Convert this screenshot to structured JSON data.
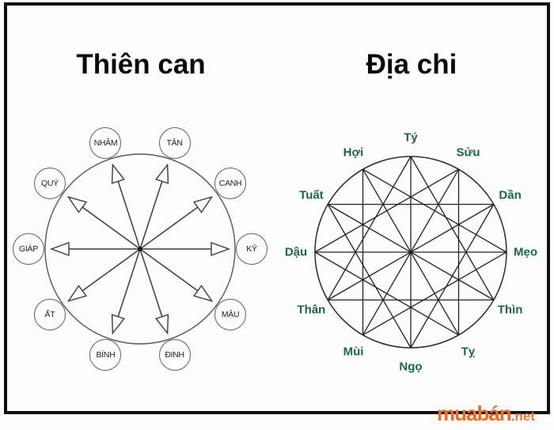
{
  "page": {
    "background": "#fdfdfd",
    "frame_color": "#101010"
  },
  "left_diagram": {
    "title": "Thiên can",
    "stems": [
      {
        "label": "GIÁP",
        "angle_deg": 180
      },
      {
        "label": "ẤT",
        "angle_deg": 216
      },
      {
        "label": "BÍNH",
        "angle_deg": 252
      },
      {
        "label": "ĐINH",
        "angle_deg": 288
      },
      {
        "label": "MẬU",
        "angle_deg": 324
      },
      {
        "label": "KỶ",
        "angle_deg": 0
      },
      {
        "label": "CANH",
        "angle_deg": 36
      },
      {
        "label": "TÂN",
        "angle_deg": 72
      },
      {
        "label": "NHÂM",
        "angle_deg": 108
      },
      {
        "label": "QUÝ",
        "angle_deg": 144
      }
    ],
    "combination_pairs": [
      [
        "GIÁP",
        "KỶ"
      ],
      [
        "ẤT",
        "CANH"
      ],
      [
        "BÍNH",
        "TÂN"
      ],
      [
        "ĐINH",
        "NHÂM"
      ],
      [
        "MẬU",
        "QUÝ"
      ]
    ]
  },
  "right_diagram": {
    "title": "Địa chi",
    "label_color": "#1b6450",
    "branches": [
      {
        "label": "Tý",
        "angle_deg": 90
      },
      {
        "label": "Sửu",
        "angle_deg": 60
      },
      {
        "label": "Dần",
        "angle_deg": 30
      },
      {
        "label": "Mẹo",
        "angle_deg": 0
      },
      {
        "label": "Thìn",
        "angle_deg": 330
      },
      {
        "label": "Tỵ",
        "angle_deg": 300
      },
      {
        "label": "Ngọ",
        "angle_deg": 270
      },
      {
        "label": "Mùi",
        "angle_deg": 240
      },
      {
        "label": "Thân",
        "angle_deg": 210
      },
      {
        "label": "Dậu",
        "angle_deg": 180
      },
      {
        "label": "Tuất",
        "angle_deg": 150
      },
      {
        "label": "Hợi",
        "angle_deg": 120
      }
    ],
    "opposition_pairs": [
      [
        "Tý",
        "Ngọ"
      ],
      [
        "Sửu",
        "Mùi"
      ],
      [
        "Dần",
        "Thân"
      ],
      [
        "Mẹo",
        "Dậu"
      ],
      [
        "Thìn",
        "Tuất"
      ],
      [
        "Tỵ",
        "Hợi"
      ]
    ],
    "harmony_triangles": [
      [
        "Tý",
        "Thìn",
        "Thân"
      ],
      [
        "Sửu",
        "Tỵ",
        "Dậu"
      ],
      [
        "Dần",
        "Ngọ",
        "Tuất"
      ],
      [
        "Mẹo",
        "Mùi",
        "Hợi"
      ]
    ]
  },
  "watermark": {
    "brand": "muabán",
    "suffix": ".net",
    "color": "#ed6a1f"
  }
}
